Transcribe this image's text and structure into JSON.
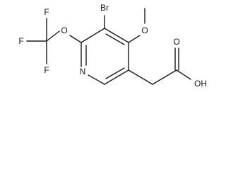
{
  "molecule": {
    "atoms": {
      "br": "Br",
      "o_methoxy": "O",
      "o_ether": "O",
      "n": "N",
      "f_top": "F",
      "f_left": "F",
      "f_bottom": "F",
      "o_carbonyl": "O",
      "oh": "OH"
    }
  }
}
